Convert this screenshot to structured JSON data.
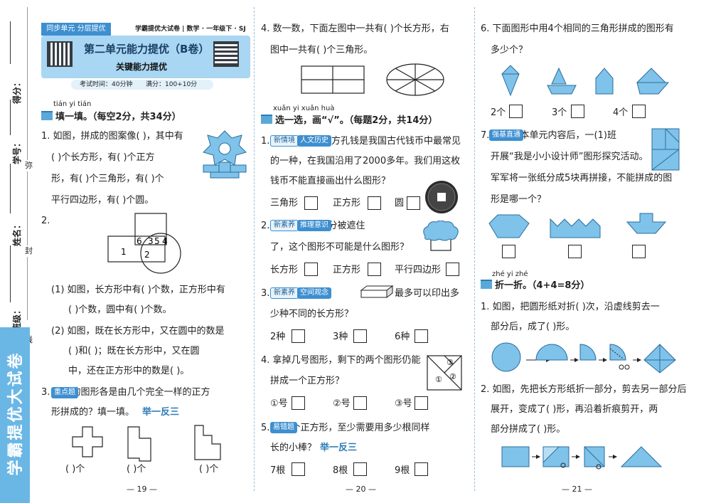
{
  "binding": {
    "score_label": "得分：",
    "student_id_label": "学号：",
    "name_label": "姓名：",
    "class_label": "班级：",
    "mi": "弥",
    "feng": "封",
    "xian": "线",
    "series_title": "学霸提优大试卷"
  },
  "header": {
    "badge": "同步单元  分层提优",
    "book_info": "学霸提优大试卷 | 数学 · 一年级下 · SJ",
    "unit_title": "第二单元能力提优（B卷）",
    "subtitle": "关键能力提优",
    "exam_time": "考试时间：40分钟",
    "full_score": "满分：100+10分"
  },
  "section1": {
    "pinyin": "tián  yi  tián",
    "title": "填一填。（每空2分，共34分）"
  },
  "q1": {
    "line1": "1. 如图，拼成的图案像(      )，其中有",
    "line2": "(      )个长方形，有(      )个正方",
    "line3": "形，有(      )个三角形，有(      )个",
    "line4": "平行四边形，有(      )个圆。"
  },
  "q2": {
    "num": "2.",
    "sub1_a": "(1) 如图，长方形中有(      )个数，正方形中有",
    "sub1_b": "(      )个数，圆中有(      )个数。",
    "sub2_a": "(2) 如图，既在长方形中，又在圆中的数是",
    "sub2_b": "(      )和(      )；既在长方形中，又在圆",
    "sub2_c": "中，还在正方形中的数是(      )。",
    "labels": [
      "1",
      "6",
      "3",
      "5",
      "4",
      "2"
    ]
  },
  "q3": {
    "tag": "重点题",
    "line1": "3.          下面的图形各是由几个完全一样的正方",
    "line2": "形拼成的？填一填。",
    "link": "举一反三",
    "answers": [
      "(      )个",
      "(      )个",
      "(      )个"
    ]
  },
  "q4": {
    "line1": "4. 数一数，下面左图中一共有(      )个长方形，右",
    "line2": "图中一共有(      )个三角形。"
  },
  "section2": {
    "pinyin": "xuǎn  yi  xuǎn  huà",
    "title": "选一选，画“√”。（每题2分，共14分）"
  },
  "c1": {
    "tag1": "新情境",
    "tag2": "人文历史",
    "line1": "方孔钱是我国古代钱币中最常见",
    "line2": "的一种，在我国沿用了2000多年。我们用这枚",
    "line3": "钱币不能直接画出什么图形？",
    "options": [
      "三角形",
      "正方形",
      "圆"
    ]
  },
  "c2": {
    "tag1": "新素养",
    "tag2": "推理意识",
    "line1": "2.                          如图，图形部分被遮住",
    "line2": "了，这个图形不可能是什么图形？",
    "options": [
      "长方形",
      "正方形",
      "平行四边形"
    ]
  },
  "c3": {
    "tag1": "新素养",
    "tag2": "空间观念",
    "line1": "3.                          用一个",
    "line1b": "最多可以印出多",
    "line2": "少种不同的长方形？",
    "options": [
      "2种",
      "3种",
      "6种"
    ]
  },
  "c4": {
    "line1": "4. 拿掉几号图形，剩下的两个图形仍能",
    "line2": "拼成一个正方形？",
    "options": [
      "①号",
      "②号",
      "③号"
    ],
    "labels": [
      "①",
      "②",
      "③"
    ]
  },
  "c5": {
    "tag": "易错题",
    "line1": "5.          搭两个正方形，至少需要用多少根同样",
    "line2": "长的小棒？",
    "link": "举一反三",
    "options": [
      "7根",
      "8根",
      "9根"
    ]
  },
  "c6": {
    "line1": "6. 下面图形中用4个相同的三角形拼成的图形有",
    "line2": "多少个？",
    "options": [
      "2个",
      "3个",
      "4个"
    ]
  },
  "c7": {
    "tag": "强基直通",
    "line1": "7.               学习了本单元内容后，一(1)班",
    "line2": "开展“我是小小设计师”图形探究活动。",
    "line3": "军军将一张纸分成5块再拼接，不能拼成的图",
    "line4": "形是哪一个？"
  },
  "section3": {
    "pinyin": "zhé  yi  zhé",
    "title": "折一折。（4+4=8分）"
  },
  "f1": {
    "line1": "1. 如图，把圆形纸对折(      )次，沿虚线剪去一",
    "line2": "部分后，成了(      )形。"
  },
  "f2": {
    "line1": "2. 如图，先把长方形纸折一部分，剪去另一部分后",
    "line2": "展开，变成了(      )形，再沿着折痕剪开，两",
    "line3": "部分拼成了(      )形。"
  },
  "pages": [
    "— 19 —",
    "— 20 —",
    "— 21 —"
  ],
  "colors": {
    "accent": "#3d8fd0",
    "shape_fill": "#7fc2ea",
    "header_bg": "#a9d6f2"
  }
}
